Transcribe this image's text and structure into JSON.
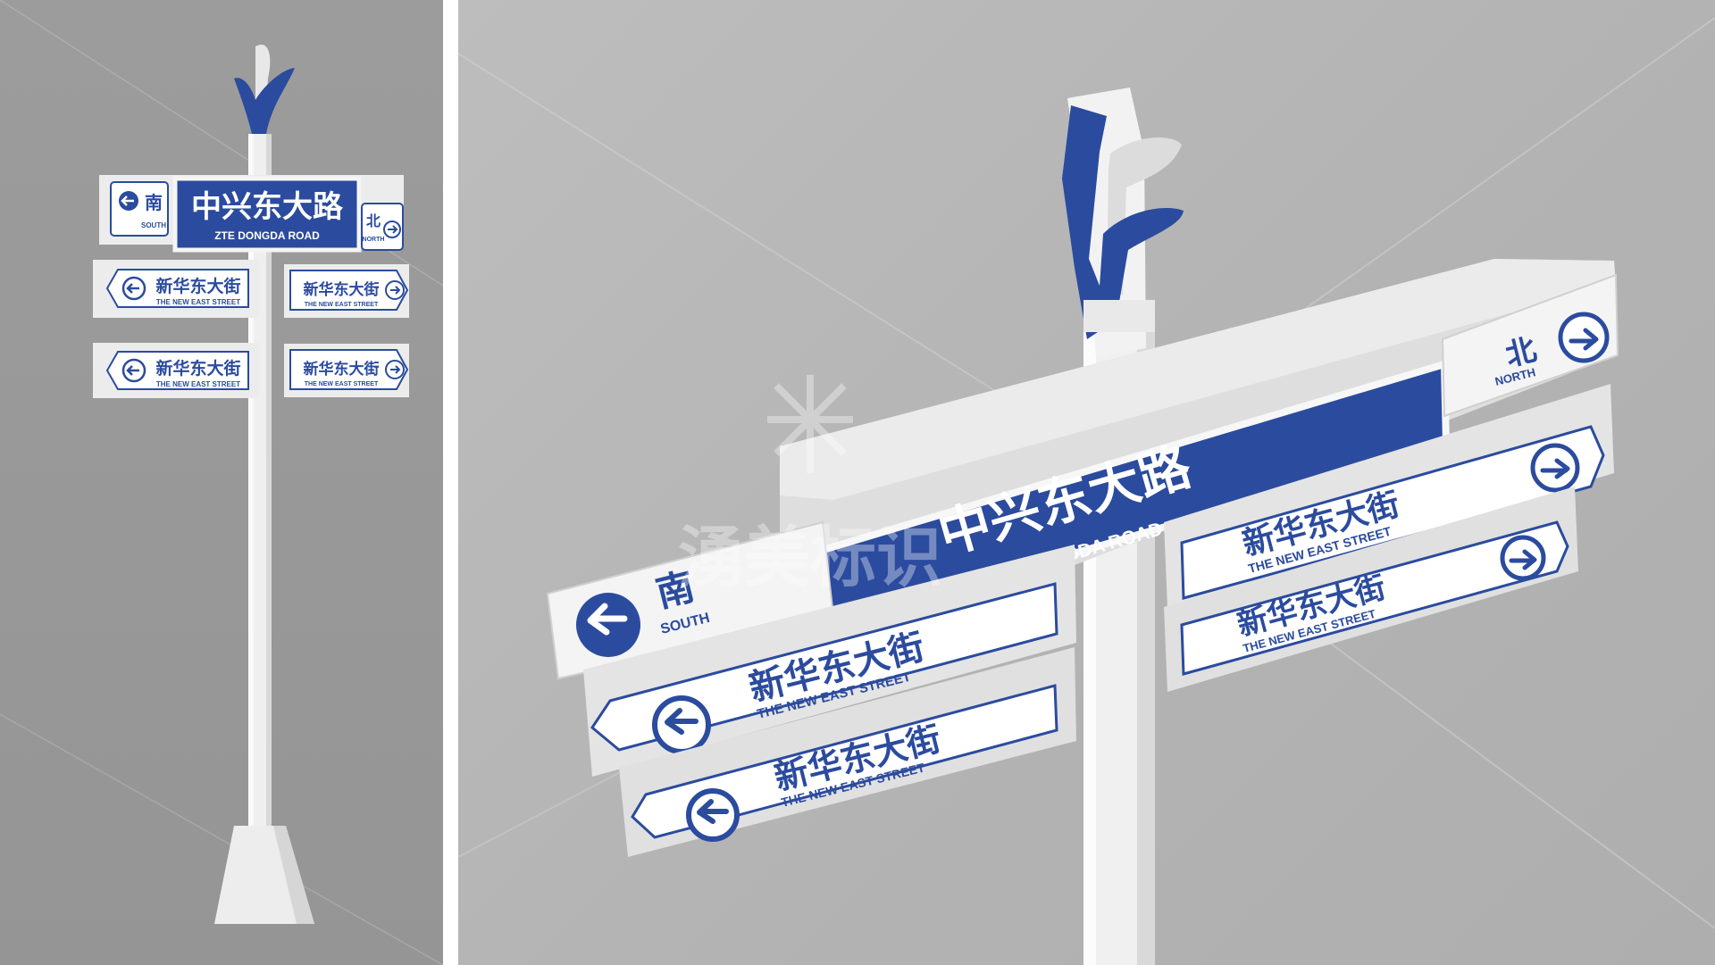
{
  "colors": {
    "sign_blue": "#2b4b9e",
    "sign_white": "#f2f2f2",
    "backdrop": "#aaaaaa"
  },
  "signpost": {
    "main_sign": {
      "cn": "中兴东大路",
      "en": "ZTE DONGDA ROAD"
    },
    "south_sign": {
      "cn": "南",
      "en": "SOUTH",
      "icon": "arrow-left-icon"
    },
    "north_sign": {
      "cn": "北",
      "en": "NORTH",
      "icon": "arrow-right-icon"
    },
    "street_sign": {
      "cn": "新华东大街",
      "en": "THE NEW EAST STREET"
    }
  },
  "watermark": {
    "text": "湧美标识"
  }
}
